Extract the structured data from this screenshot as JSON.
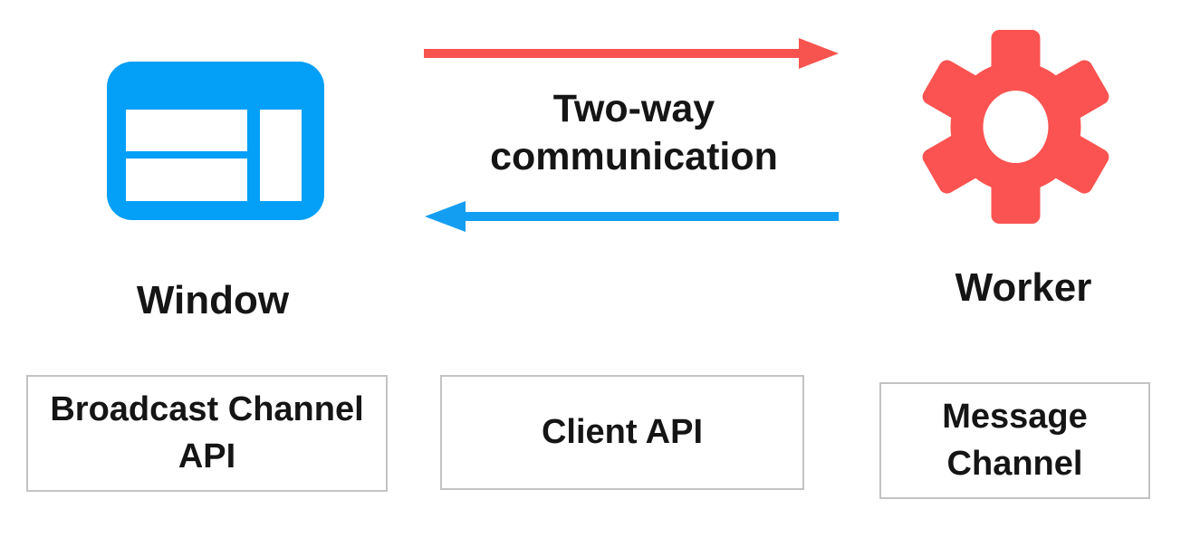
{
  "colors": {
    "background": "#ffffff",
    "window_blue": "#049ff7",
    "worker_red": "#fb5351",
    "arrow_red": "#f8544f",
    "arrow_blue": "#149ef2",
    "box_border": "#c3c3c3",
    "box_background": "#ffffff",
    "text": "#151515"
  },
  "nodes": {
    "window": {
      "label": "Window",
      "icon": "browser-window-icon"
    },
    "worker": {
      "label": "Worker",
      "icon": "gear-icon"
    }
  },
  "connection": {
    "label": "Two-way communication"
  },
  "api_boxes": [
    {
      "label": "Broadcast Channel API"
    },
    {
      "label": "Client API"
    },
    {
      "label": "Message Channel"
    }
  ]
}
